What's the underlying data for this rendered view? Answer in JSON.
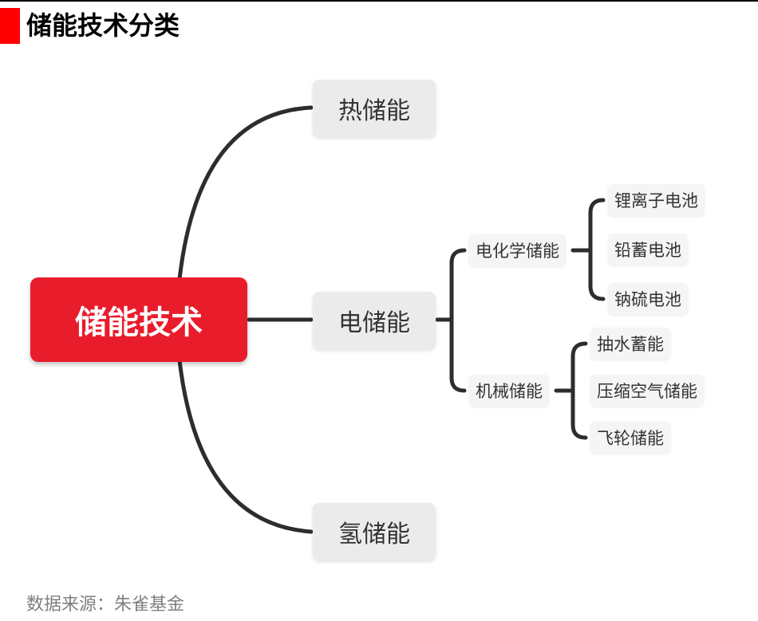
{
  "header": {
    "title": "储能技术分类"
  },
  "colors": {
    "accent": "#ff0000",
    "root": "#e91c2b",
    "line": "#2d2d2d"
  },
  "diagram": {
    "root": "储能技术",
    "thermal": "热储能",
    "electric": "电储能",
    "hydrogen": "氢储能",
    "electrochemical": "电化学储能",
    "mechanical": "机械储能",
    "lithium": "锂离子电池",
    "leadacid": "铅蓄电池",
    "nas": "钠硫电池",
    "pumped": "抽水蓄能",
    "caes": "压缩空气储能",
    "flywheel": "飞轮储能"
  },
  "footer": {
    "source": "数据来源：朱雀基金"
  }
}
